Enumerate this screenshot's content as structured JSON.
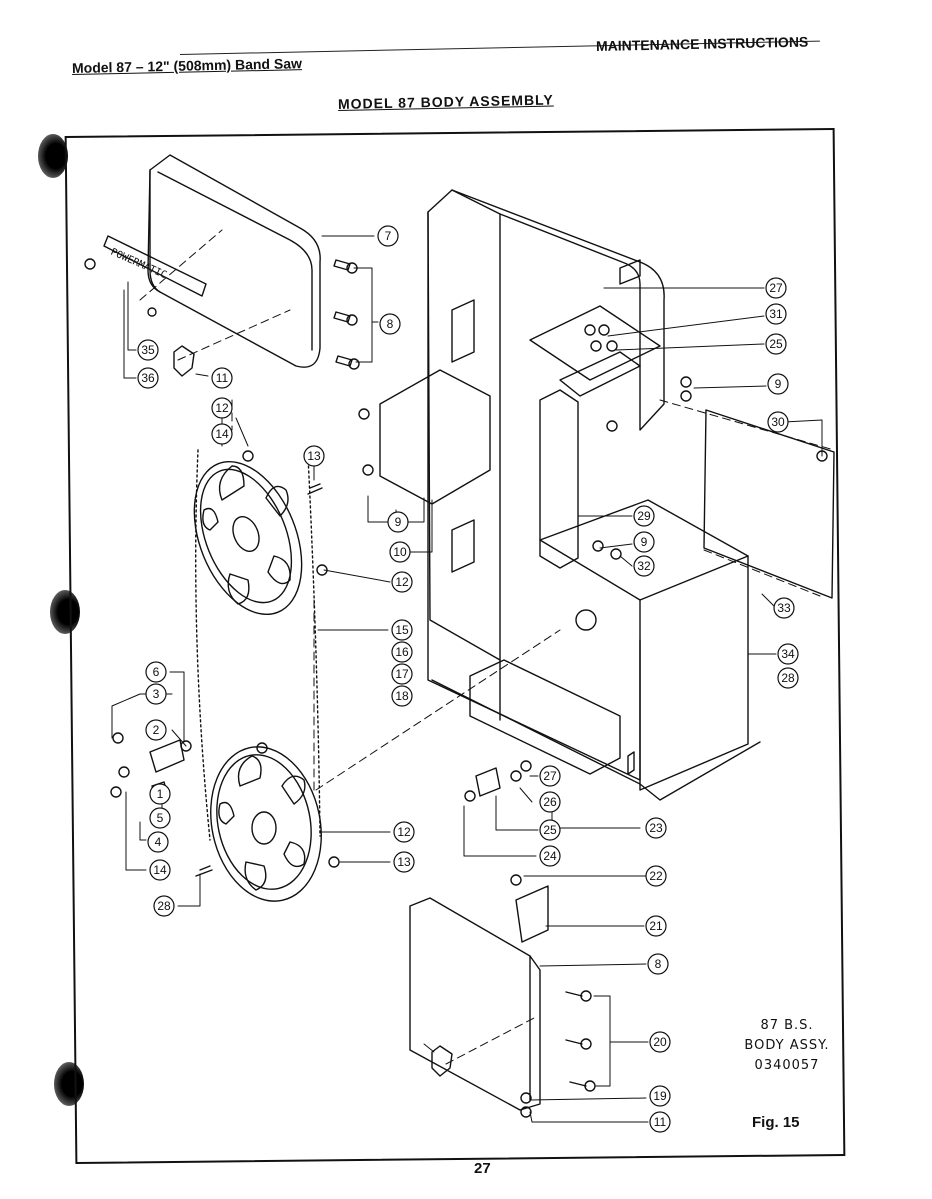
{
  "header": {
    "left": "Model 87 – 12\" (508mm) Band Saw",
    "right": "MAINTENANCE INSTRUCTIONS"
  },
  "title": "MODEL 87 BODY ASSEMBLY",
  "diagram": {
    "nameplate_text": "POWERMATIC",
    "callouts": [
      "7",
      "8",
      "35",
      "36",
      "11",
      "12",
      "14",
      "13",
      "12",
      "10",
      "9",
      "15",
      "16",
      "17",
      "18",
      "6",
      "3",
      "2",
      "1",
      "5",
      "4",
      "14",
      "12",
      "13",
      "28",
      "27",
      "31",
      "25",
      "9",
      "30",
      "29",
      "9",
      "32",
      "33",
      "34",
      "28",
      "27",
      "26",
      "25",
      "24",
      "23",
      "22",
      "21",
      "8",
      "20",
      "19",
      "11"
    ]
  },
  "figure": {
    "label_lines": [
      "87    B.S.",
      "BODY  ASSY.",
      "0340057"
    ],
    "number": "Fig. 15"
  },
  "page_number": "27",
  "colors": {
    "ink": "#111111",
    "paper": "#ffffff"
  }
}
